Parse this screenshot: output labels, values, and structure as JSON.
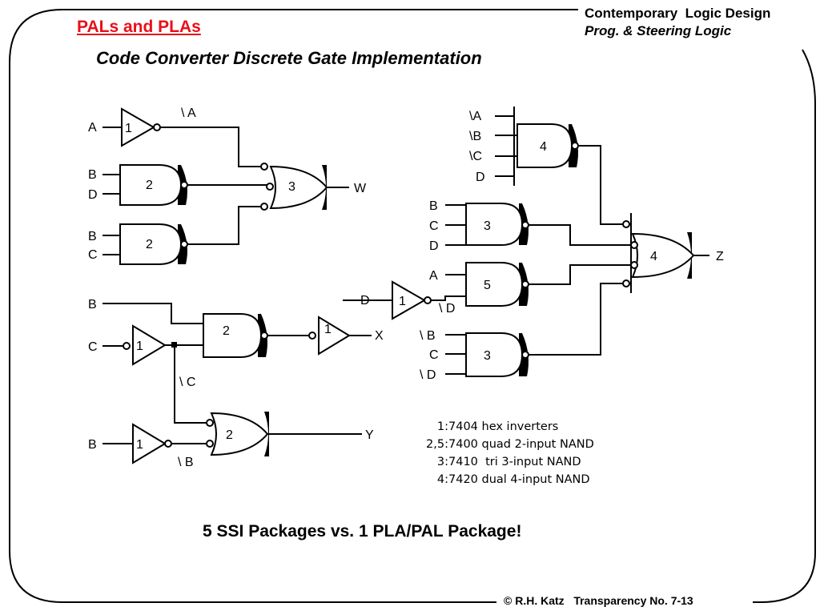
{
  "header": {
    "section_title": "PALs and PLAs",
    "course": "Contemporary  Logic Design",
    "chapter": "Prog. & Steering Logic"
  },
  "slide_title": "Code Converter Discrete Gate Implementation",
  "gate_numbers": {
    "inverter": "1",
    "nand2": "2",
    "nand3": "3",
    "nand4": "4",
    "nand2_alt": "5"
  },
  "signals": {
    "A": "A",
    "B": "B",
    "C": "C",
    "D": "D",
    "not_A_spaced": "\\ A",
    "not_B_spaced": "\\ B",
    "not_C_spaced": "\\ C",
    "not_D_spaced": "\\ D",
    "not_A": "\\A",
    "not_B": "\\B",
    "not_C": "\\C",
    "W": "W",
    "X": "X",
    "Y": "Y",
    "Z": "Z"
  },
  "legend": [
    {
      "code": "1:",
      "text": "7404 hex inverters"
    },
    {
      "code": "2,5:",
      "text": "7400 quad 2-input NAND"
    },
    {
      "code": "3:",
      "text": "7410  tri 3-input NAND"
    },
    {
      "code": "4:",
      "text": "7420 dual 4-input NAND"
    }
  ],
  "conclusion": "5 SSI Packages vs. 1 PLA/PAL Package!",
  "footer": "© R.H. Katz   Transparency No. 7-13"
}
